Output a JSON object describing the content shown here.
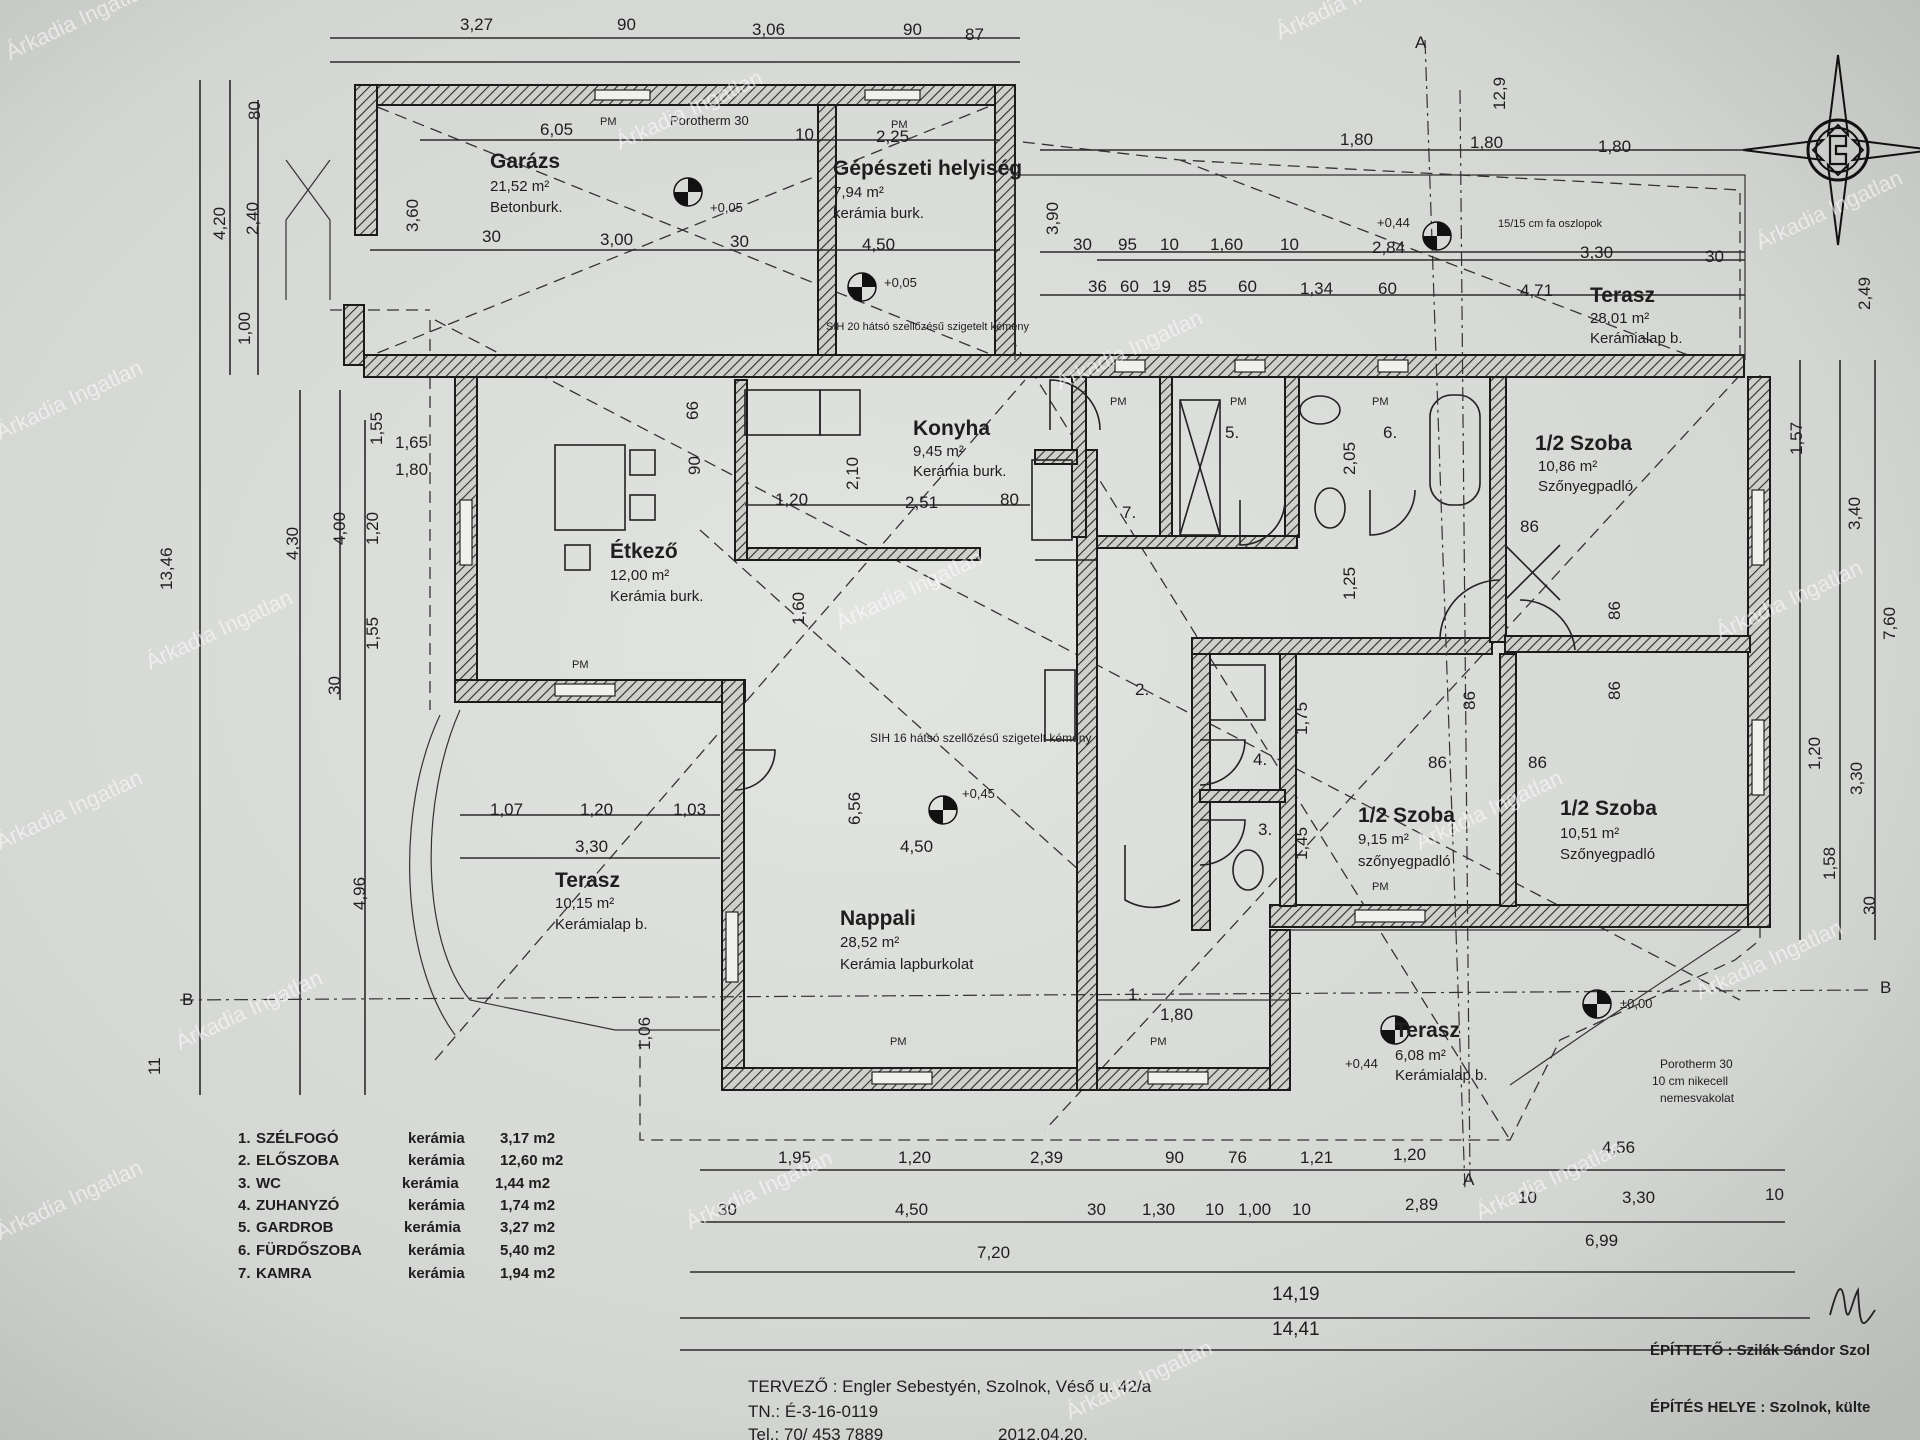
{
  "rooms": {
    "garazs": {
      "name": "Garázs",
      "area": "21,52 m²",
      "finish": "Betonburk."
    },
    "gepeszeti": {
      "name": "Gépészeti helyiség",
      "area": "7,94 m²",
      "finish": "kerámia burk."
    },
    "konyha": {
      "name": "Konyha",
      "area": "9,45 m²",
      "finish": "Kerámia burk."
    },
    "etkezo": {
      "name": "Étkező",
      "area": "12,00 m²",
      "finish": "Kerámia burk."
    },
    "nappali": {
      "name": "Nappali",
      "area": "28,52 m²",
      "finish": "Kerámia lapburkolat"
    },
    "szoba1": {
      "name": "1/2 Szoba",
      "area": "10,86 m²",
      "finish": "Szőnyegpadló"
    },
    "szoba2": {
      "name": "1/2 Szoba",
      "area": "9,15 m²",
      "finish": "szőnyegpadló"
    },
    "szoba3": {
      "name": "1/2 Szoba",
      "area": "10,51 m²",
      "finish": "Szőnyegpadló"
    },
    "terasz_ne": {
      "name": "Terasz",
      "area": "28,01 m²",
      "finish": "Kerámialap b."
    },
    "terasz_w": {
      "name": "Terasz",
      "area": "10,15 m²",
      "finish": "Kerámialap b."
    },
    "terasz_s": {
      "name": "Terasz",
      "area": "6,08 m²",
      "finish": "Kerámialap b."
    }
  },
  "room_numbers": [
    "1.",
    "2.",
    "3.",
    "4.",
    "5.",
    "6.",
    "7."
  ],
  "notes": {
    "porotherm_top": "Porotherm 30",
    "chimney1": "SIH 20 hátsó szellőzésű szigetelt kémény",
    "chimney2": "SIH 16 hátsó szellőzésű szigetelt kémény",
    "oszlop": "15/15 cm fa oszlopok",
    "wall_note1": "Porotherm 30",
    "wall_note2": "10 cm nikecell",
    "wall_note3": "nemesvakolat"
  },
  "levels": [
    "+0,05",
    "+0,05",
    "+0,44",
    "+0,45",
    "+0,44",
    "±0,00"
  ],
  "section_marks": {
    "a": "A",
    "b": "B"
  },
  "dims_top": [
    "3,27",
    "90",
    "3,06",
    "90",
    "87"
  ],
  "dims_top2": [
    "6,05",
    "2,25",
    "10"
  ],
  "dims_garage": [
    "30",
    "3,00",
    "30",
    "4,50"
  ],
  "dims_right_top": [
    "1,80",
    "1,80",
    "1,80"
  ],
  "dims_terrace": [
    "30",
    "95",
    "10",
    "1,60",
    "10",
    "2,84",
    "30",
    "3,30"
  ],
  "dims_terrace2": [
    "36",
    "60",
    "19",
    "85",
    "60",
    "1,34",
    "60",
    "4,71"
  ],
  "dims_left_outer": [
    "80",
    "2,40",
    "1,00",
    "4,20",
    "13,46"
  ],
  "dims_left_inner": [
    "1,55",
    "1,65",
    "1,80",
    "4,00",
    "1,20",
    "1,55",
    "4,30",
    "30",
    "4,96",
    "1,06",
    "11"
  ],
  "dims_right_outer": [
    "2,49",
    "1,57",
    "3,40",
    "7,60",
    "1,20",
    "3,30",
    "1,58",
    "30",
    "12,9"
  ],
  "dims_bottom1": [
    "1,95",
    "1,20",
    "2,39",
    "90",
    "76",
    "1,21",
    "1,20",
    "4,56"
  ],
  "dims_bottom2": [
    "30",
    "4,50",
    "30",
    "1,30",
    "10",
    "1,00",
    "10",
    "2,89",
    "10",
    "3,30",
    "10"
  ],
  "dims_bottom3": [
    "7,20",
    "6,99"
  ],
  "dims_bottom_totals": [
    "14,19",
    "14,41"
  ],
  "dims_interior": [
    "90",
    "2,10",
    "1,20",
    "2,51",
    "80",
    "1,60",
    "6,56",
    "4,50",
    "1,07",
    "1,20",
    "1,03",
    "3,30",
    "2,05",
    "1,25",
    "1,75",
    "1,45",
    "86",
    "86",
    "86",
    "86",
    "86",
    "86",
    "1,80",
    "3,90",
    "3,60",
    "66"
  ],
  "pm_label": "PM",
  "legend": [
    {
      "no": "1.",
      "name": "SZÉLFOGÓ",
      "finish": "kerámia",
      "area": "3,17  m2"
    },
    {
      "no": "2.",
      "name": "ELŐSZOBA",
      "finish": "kerámia",
      "area": "12,60 m2"
    },
    {
      "no": "3.",
      "name": "WC",
      "finish": "kerámia",
      "area": "1,44  m2"
    },
    {
      "no": "4.",
      "name": "ZUHANYZÓ",
      "finish": "kerámia",
      "area": "1,74  m2"
    },
    {
      "no": "5.",
      "name": "GARDROB",
      "finish": "kerámia",
      "area": "3,27  m2"
    },
    {
      "no": "6.",
      "name": "FÜRDŐSZOBA",
      "finish": "kerámia",
      "area": "5,40  m2"
    },
    {
      "no": "7.",
      "name": "KAMRA",
      "finish": "kerámia",
      "area": "1,94  m2"
    }
  ],
  "footer": {
    "tervezo": "TERVEZŐ : Engler Sebestyén, Szolnok, Véső u. 42/a",
    "tn": "TN.: É-3-16-0119",
    "tel": "Tel.: 70/ 453 7889",
    "date": "2012.04.20.",
    "epitteto": "ÉPÍTTETŐ : Szilák Sándor Szol",
    "epites_helye": "ÉPÍTÉS HELYE : Szolnok, külte"
  },
  "watermark": "Árkadia Ingatlan"
}
